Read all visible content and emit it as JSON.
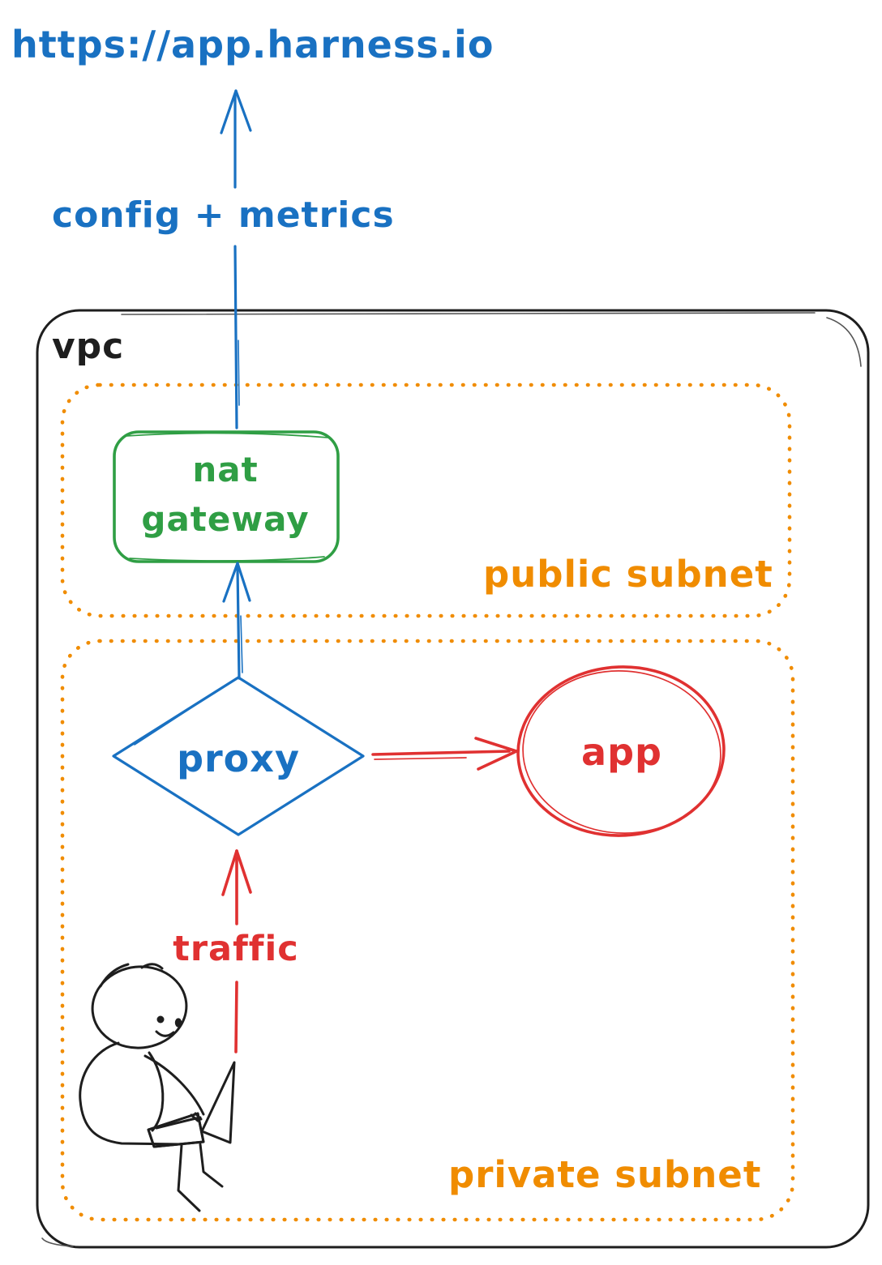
{
  "colors": {
    "blue": "#1971c2",
    "green": "#2f9e44",
    "orange": "#f08c00",
    "red": "#e03131",
    "ink": "#1e1e1e"
  },
  "diagram": {
    "url_label": "https://app.harness.io",
    "flow_label": "config + metrics",
    "vpc_label": "vpc",
    "nat_gateway": {
      "line1": "nat",
      "line2": "gateway"
    },
    "public_subnet_label": "public subnet",
    "private_subnet_label": "private subnet",
    "proxy_label": "proxy",
    "app_label": "app",
    "traffic_label": "traffic"
  }
}
